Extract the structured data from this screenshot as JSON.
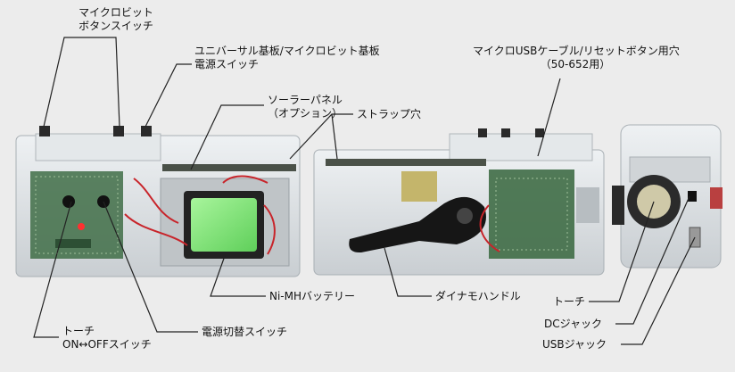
{
  "labels": {
    "microbit_buttons": [
      "マイクロビット",
      "ボタンスイッチ"
    ],
    "power_switch": [
      "ユニバーサル基板/マイクロビット基板",
      "電源スイッチ"
    ],
    "solar_panel": [
      "ソーラーパネル",
      "（オプション）"
    ],
    "strap_hole": "ストラップ穴",
    "usb_reset_hole": [
      "マイクロUSBケーブル/リセットボタン用穴",
      "（50-652用）"
    ],
    "battery": "Ni-MHバッテリー",
    "dynamo_handle": "ダイナモハンドル",
    "torch_switch": [
      "トーチ",
      "ON↔OFFスイッチ"
    ],
    "power_select_switch": "電源切替スイッチ",
    "torch_side": "トーチ",
    "dc_jack": "DCジャック",
    "usb_jack": "USBジャック"
  },
  "colors": {
    "background": "#ececec",
    "case": "#d9dde0",
    "pcb_green": "#3f6d46",
    "battery_green": "#7fe07a",
    "handle_black": "#161616",
    "wire_red": "#c8242a",
    "leader_line": "#222222"
  }
}
